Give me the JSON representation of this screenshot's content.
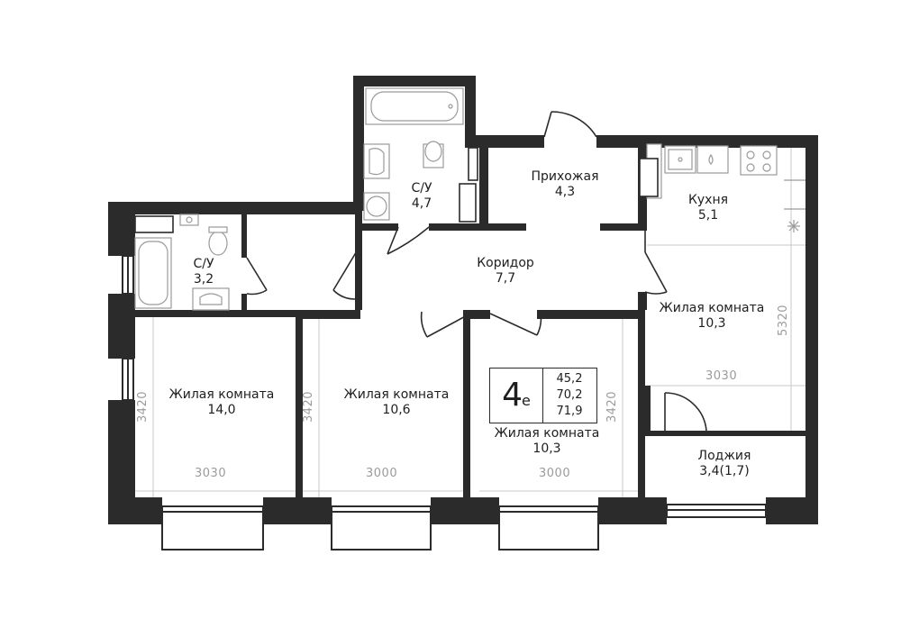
{
  "rooms": {
    "bath_large": {
      "name": "С/У",
      "area": "4,7"
    },
    "hall": {
      "name": "Прихожая",
      "area": "4,3"
    },
    "kitchen": {
      "name": "Кухня",
      "area": "5,1"
    },
    "bath_small": {
      "name": "С/У",
      "area": "3,2"
    },
    "corridor": {
      "name": "Коридор",
      "area": "7,7"
    },
    "living_right": {
      "name": "Жилая комната",
      "area": "10,3"
    },
    "living_left": {
      "name": "Жилая комната",
      "area": "14,0"
    },
    "living_mid": {
      "name": "Жилая комната",
      "area": "10,6"
    },
    "living_center": {
      "name": "Жилая комната",
      "area": "10,3"
    },
    "loggia": {
      "name": "Лоджия",
      "area": "3,4(1,7)"
    }
  },
  "dimensions": {
    "left_height": "3420",
    "left_width": "3030",
    "mid_height": "3420",
    "mid_width": "3000",
    "center_height": "3420",
    "center_width": "3000",
    "right_width": "3030",
    "right_height": "5320"
  },
  "badge": {
    "rooms_count": "4",
    "rooms_suffix": "е",
    "living_area": "45,2",
    "total_area": "70,2",
    "total_area_with_loggia": "71,9"
  }
}
